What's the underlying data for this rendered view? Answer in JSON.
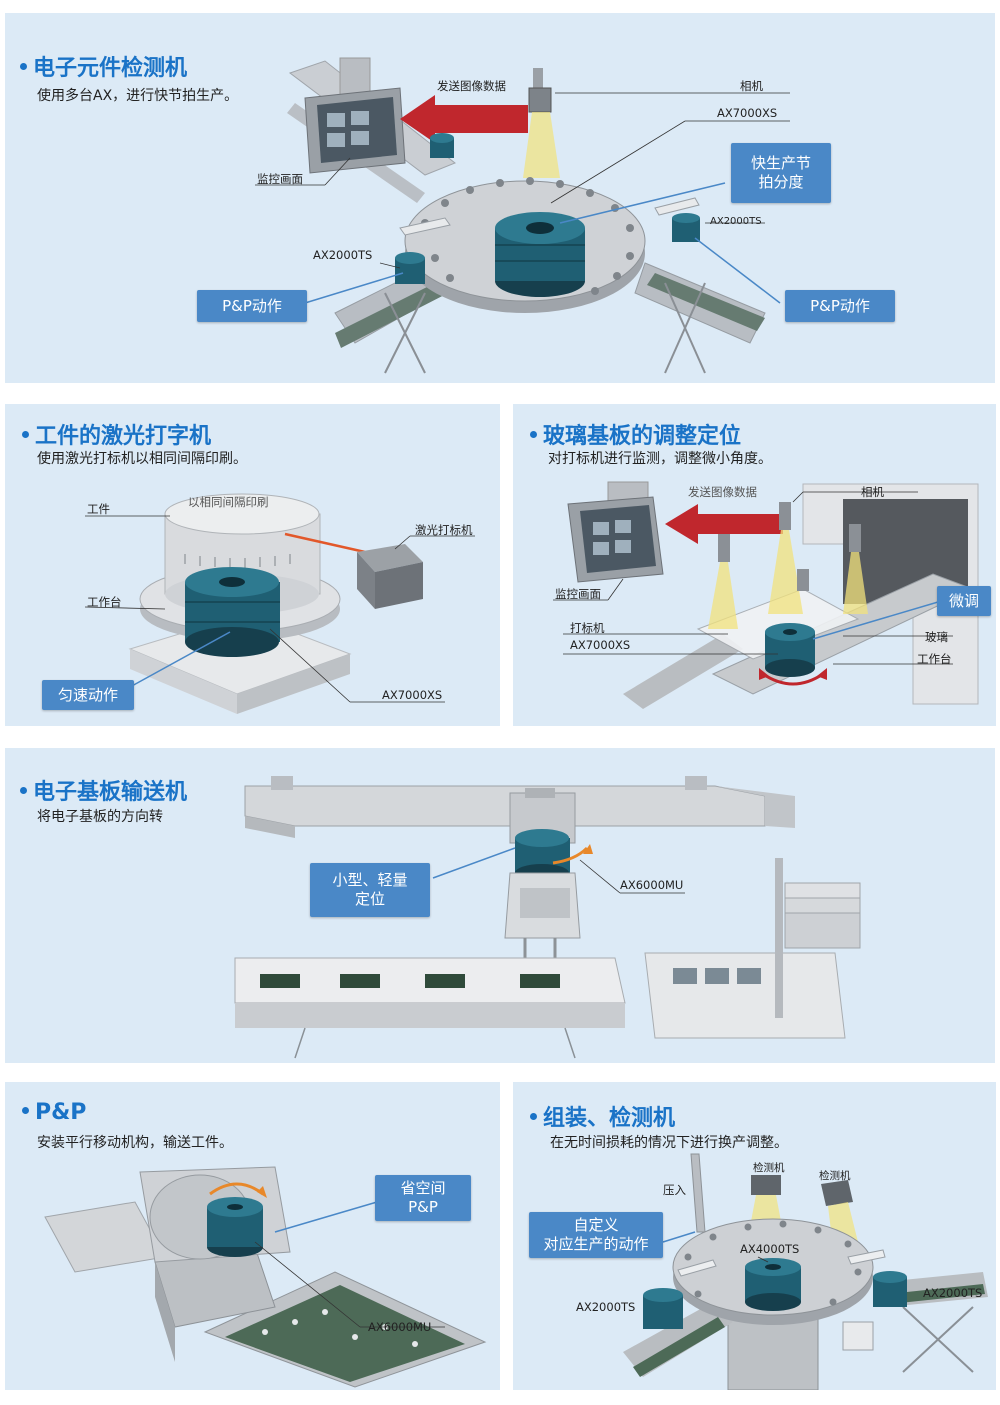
{
  "sections": [
    {
      "title": "电子元件检测机",
      "subtitle": "使用多台AX，进行快节拍生产。",
      "labels": {
        "send_image": "发送图像数据",
        "camera": "相机",
        "ax7000xs": "AX7000XS",
        "monitor": "监控画面",
        "ax2000ts_left": "AX2000TS",
        "ax2000ts_right": "AX2000TS"
      },
      "callouts": {
        "fast_tact": "快生产节\n拍分度",
        "pp_left": "P&P动作",
        "pp_right": "P&P动作"
      }
    },
    {
      "title": "工件的激光打字机",
      "subtitle": "使用激光打标机以相同间隔印刷。",
      "labels": {
        "workpiece": "工件",
        "same_interval": "以相同间隔印刷",
        "laser_marker": "激光打标机",
        "worktable": "工作台",
        "ax7000xs": "AX7000XS"
      },
      "callouts": {
        "uniform_motion": "匀速动作"
      }
    },
    {
      "title": "玻璃基板的调整定位",
      "subtitle": "对打标机进行监测，调整微小角度。",
      "labels": {
        "send_image": "发送图像数据",
        "camera": "相机",
        "monitor": "监控画面",
        "marker": "打标机",
        "ax7000xs": "AX7000XS",
        "glass": "玻璃",
        "worktable": "工作台"
      },
      "callouts": {
        "fine_adjust": "微调"
      }
    },
    {
      "title": "电子基板输送机",
      "subtitle": "将电子基板的方向转",
      "labels": {
        "ax6000mu": "AX6000MU"
      },
      "callouts": {
        "compact": "小型、轻量\n定位"
      }
    },
    {
      "title": "P&P",
      "subtitle": "安装平行移动机构，输送工件。",
      "labels": {
        "ax6000mu": "AX6000MU"
      },
      "callouts": {
        "save_space": "省空间\nP&P"
      }
    },
    {
      "title": "组装、检测机",
      "subtitle": "在无时间损耗的情况下进行换产调整。",
      "labels": {
        "inspect1": "检测机",
        "inspect2": "检测机",
        "press": "压入",
        "ax4000ts": "AX4000TS",
        "ax2000ts_left": "AX2000TS",
        "ax2000ts_right": "AX2000TS"
      },
      "callouts": {
        "custom": "自定义\n对应生产的动作"
      }
    }
  ],
  "colors": {
    "panel_bg": "#dceaf6",
    "title_blue": "#1a73c7",
    "callout_blue": "#4a88c7",
    "motor_teal": "#1f5f73",
    "arrow_red": "#c0272d",
    "laser_orange": "#e2582a",
    "light_yellow": "#f3e38a"
  }
}
